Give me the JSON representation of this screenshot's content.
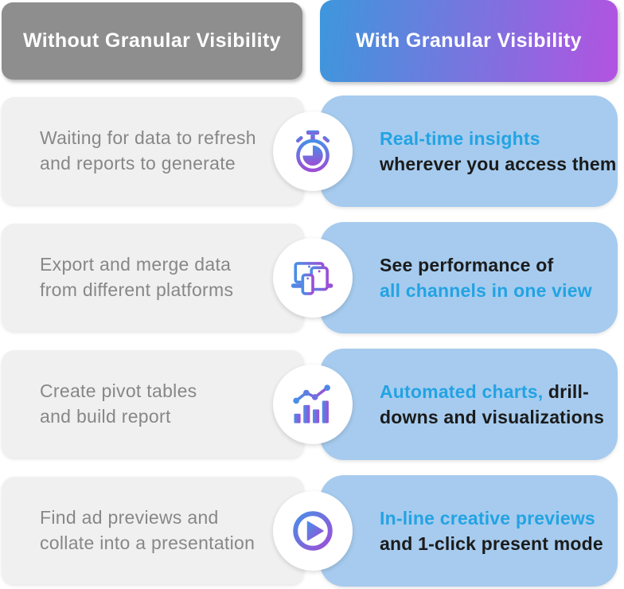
{
  "colors": {
    "accent_blue": "#23a3e3",
    "dark_text": "#1b1b1b",
    "gray_text": "#878787",
    "left_header_bg": "#8e8e8e",
    "left_card_bg": "#f0f0f0",
    "right_card_bg": "#a6cbee",
    "gradient_start": "#3d97dc",
    "gradient_end": "#b353e1",
    "icon_gradient_start": "#4a8ee6",
    "icon_gradient_end": "#9c4ed6"
  },
  "headers": {
    "left": {
      "label": "Without Granular Visibility"
    },
    "right": {
      "label": "With Granular Visibility"
    }
  },
  "rows": [
    {
      "icon": "stopwatch-icon",
      "left_lines": [
        "Waiting for data to refresh",
        "and reports to generate"
      ],
      "right_lines": [
        [
          {
            "text": "Real-time insights",
            "accent": true
          }
        ],
        [
          {
            "text": "wherever you access them",
            "accent": false
          }
        ]
      ]
    },
    {
      "icon": "devices-icon",
      "left_lines": [
        "Export and merge data",
        "from different platforms"
      ],
      "right_lines": [
        [
          {
            "text": "See performance of",
            "accent": false
          }
        ],
        [
          {
            "text": "all channels in one view",
            "accent": true
          }
        ]
      ]
    },
    {
      "icon": "bar-chart-icon",
      "left_lines": [
        "Create pivot tables",
        "and build report"
      ],
      "right_lines": [
        [
          {
            "text": "Automated charts,",
            "accent": true
          },
          {
            "text": " drill-",
            "accent": false
          }
        ],
        [
          {
            "text": "downs and visualizations",
            "accent": false
          }
        ]
      ]
    },
    {
      "icon": "play-icon",
      "left_lines": [
        "Find ad previews and",
        "collate into a presentation"
      ],
      "right_lines": [
        [
          {
            "text": "In-line creative previews",
            "accent": true
          }
        ],
        [
          {
            "text": "and 1-click present mode",
            "accent": false
          }
        ]
      ]
    }
  ]
}
